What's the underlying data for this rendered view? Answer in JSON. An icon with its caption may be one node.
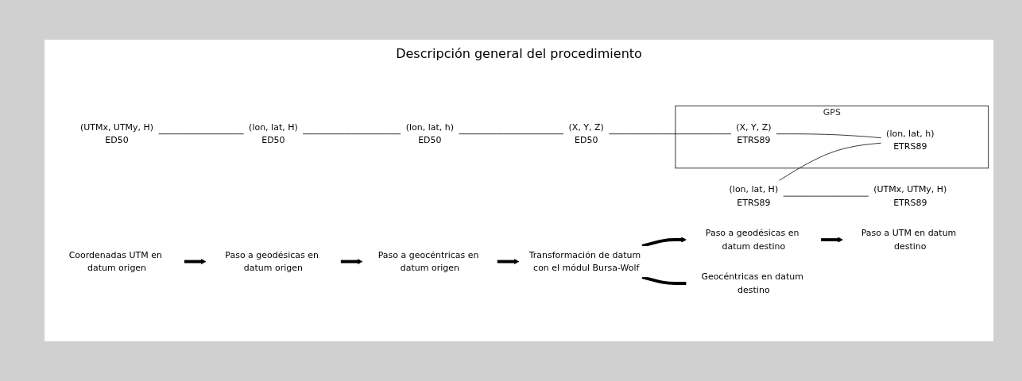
{
  "diagram": {
    "title": "Descripción general del procedimiento",
    "nodes": [
      {
        "text": [
          "Coordenadas UTM en datum origen"
        ]
      },
      {
        "text": [
          "Paso a geodésicas en datum origen"
        ]
      },
      {
        "text": [
          "Paso a geocéntricas en datum origen"
        ]
      },
      {
        "text": [
          "Transformación de datum con el módul Bursa-Wolf"
        ]
      },
      {
        "text": [
          "Paso a geodésicas en datum destino"
        ]
      },
      {
        "text": [
          "Paso a UTM en datum destino"
        ]
      },
      {
        "text": [
          "(UTMx, UTMy, H)",
          "ED50"
        ]
      },
      {
        "text": [
          "(lon, lat, H)",
          "ED50"
        ]
      },
      {
        "text": [
          "(lon, lat, H)",
          "ETRS89"
        ]
      },
      {
        "text": [
          "(UTMx, UTMy, H)",
          "ETRS89"
        ]
      },
      {
        "text": [
          "Geocéntricas en datum destino"
        ]
      },
      {
        "text": [
          "(lon, lat, h)",
          "ED50"
        ]
      },
      {
        "text": [
          "(X, Y, Z)",
          "ED50"
        ]
      },
      {
        "text": [
          "GPS"
        ]
      },
      {
        "text": [
          "(X, Y, Z)",
          "ETRS89"
        ],
        "in": 13
      },
      {
        "text": [
          "(lon, lat, h)",
          "ETRS89"
        ],
        "in": 13
      }
    ],
    "edges": [
      {
        "from": 0,
        "to": 1,
        "arrow": "to",
        "style": "thick"
      },
      {
        "from": 1,
        "to": 2,
        "arrow": "to",
        "style": "thick"
      },
      {
        "from": 2,
        "to": 3,
        "arrow": "to",
        "style": "thick"
      },
      {
        "from": 3,
        "to": 4,
        "arrow": "to",
        "style": "thick"
      },
      {
        "from": 4,
        "to": 5,
        "arrow": "to",
        "style": "thick"
      },
      {
        "from": 6,
        "to": 7,
        "arrow": "none"
      },
      {
        "from": 8,
        "to": 9,
        "arrow": "none"
      },
      {
        "from": 3,
        "to": 10,
        "arrow": "none",
        "style": "thick"
      },
      {
        "from": 7,
        "to": 11,
        "arrow": "none"
      },
      {
        "from": 8,
        "to": 15,
        "arrow": "none"
      },
      {
        "from": 11,
        "to": 12,
        "arrow": "none"
      },
      {
        "from": 12,
        "to": 14,
        "arrow": "none"
      },
      {
        "from": 14,
        "to": 15,
        "arrow": "none"
      }
    ]
  }
}
